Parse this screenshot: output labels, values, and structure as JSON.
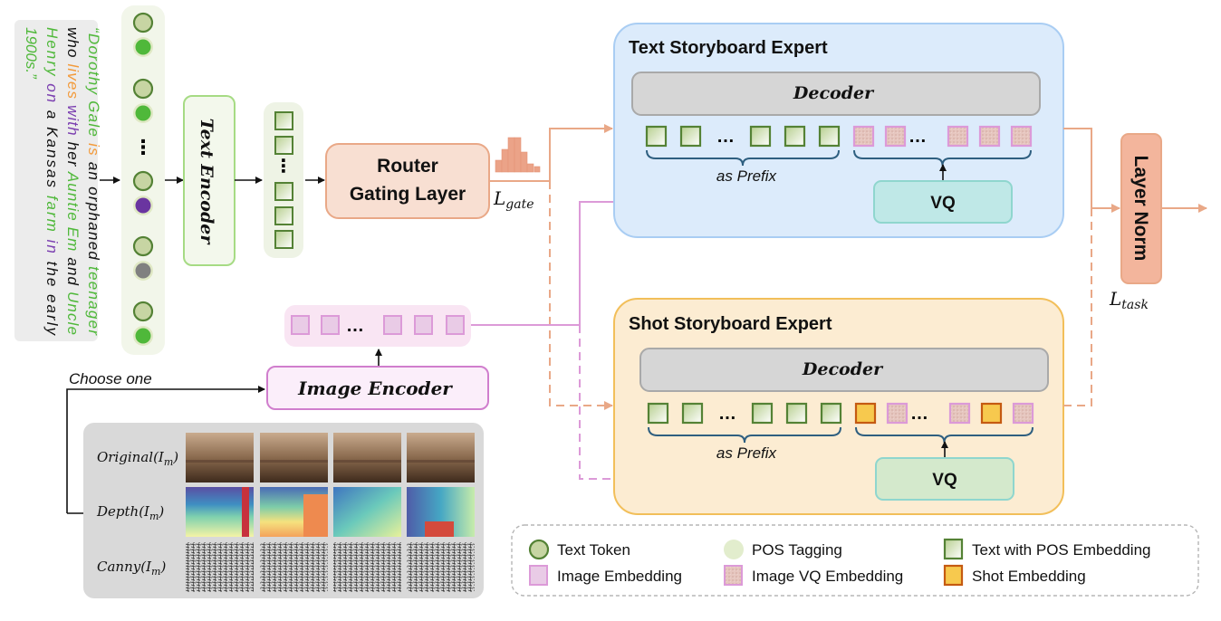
{
  "input_sentence": {
    "lines": [
      [
        {
          "t": "“Dorothy",
          "c": "#4fb83a"
        },
        {
          "t": "Gale",
          "c": "#4fb83a"
        },
        {
          "t": "is",
          "c": "#f39a3a"
        },
        {
          "t": "an",
          "c": "#111"
        },
        {
          "t": "orphaned",
          "c": "#111"
        },
        {
          "t": "teenager",
          "c": "#4fb83a"
        }
      ],
      [
        {
          "t": "who",
          "c": "#111"
        },
        {
          "t": "lives",
          "c": "#f39a3a"
        },
        {
          "t": "with",
          "c": "#7b3fb0"
        },
        {
          "t": "her",
          "c": "#111"
        },
        {
          "t": "Auntie",
          "c": "#4fb83a"
        },
        {
          "t": "Em",
          "c": "#4fb83a"
        },
        {
          "t": "and",
          "c": "#111"
        },
        {
          "t": "Uncle",
          "c": "#4fb83a"
        }
      ],
      [
        {
          "t": "Henry",
          "c": "#4fb83a"
        },
        {
          "t": "on",
          "c": "#7b3fb0"
        },
        {
          "t": "a",
          "c": "#111"
        },
        {
          "t": "Kansas",
          "c": "#111"
        },
        {
          "t": "farm",
          "c": "#4fb83a"
        },
        {
          "t": "in",
          "c": "#7b3fb0"
        },
        {
          "t": "the",
          "c": "#111"
        },
        {
          "t": "early",
          "c": "#111"
        }
      ],
      [
        {
          "t": "1900s.”",
          "c": "#4fb83a"
        }
      ]
    ]
  },
  "token_column": {
    "pos_colors": [
      "#4fb83a",
      "#4fb83a",
      "ellipsis",
      "#6a35a0",
      "#808080",
      "#4fb83a"
    ],
    "ellipsis": "⋮"
  },
  "text_encoder": {
    "label": "Text Encoder"
  },
  "router": {
    "line1": "Router",
    "line2": "Gating Layer",
    "loss_main": "L",
    "loss_sub": "gate"
  },
  "text_expert": {
    "title": "Text Storyboard Expert",
    "decoder": "Decoder",
    "prefix_label": "as Prefix",
    "vq": "VQ",
    "ellipsis": "…",
    "image_tokens": [
      "vq",
      "vq",
      "vq",
      "vq",
      "vq"
    ]
  },
  "shot_expert": {
    "title": "Shot Storyboard Expert",
    "decoder": "Decoder",
    "prefix_label": "as Prefix",
    "vq": "VQ",
    "ellipsis": "…",
    "image_tokens": [
      "shot",
      "vq",
      "vq",
      "shot",
      "vq"
    ]
  },
  "layer_norm": {
    "label": "Layer Norm",
    "loss_main": "L",
    "loss_sub": "task"
  },
  "image_encoder": {
    "label": "Image Encoder",
    "choose_label": "Choose one",
    "ellipsis": "…"
  },
  "image_grid": {
    "rows": [
      {
        "label_main": "Original(I",
        "label_sub": "m",
        "label_end": ")",
        "kind": "original"
      },
      {
        "label_main": "Depth(I",
        "label_sub": "m",
        "label_end": ")",
        "kind": "depth"
      },
      {
        "label_main": "Canny(I",
        "label_sub": "m",
        "label_end": ")",
        "kind": "canny"
      }
    ]
  },
  "legend": {
    "items": [
      {
        "label": "Text Token",
        "icon": "text-token"
      },
      {
        "label": "POS Tagging",
        "icon": "pos-tagging"
      },
      {
        "label": "Text with POS Embedding",
        "icon": "text-pos-embedding"
      },
      {
        "label": "Image Embedding",
        "icon": "image-embedding"
      },
      {
        "label": "Image VQ Embedding",
        "icon": "image-vq-embedding"
      },
      {
        "label": "Shot Embedding",
        "icon": "shot-embedding"
      }
    ]
  },
  "colors": {
    "orange_line": "#e9a887",
    "pink_line": "#dc9ad8",
    "green_border": "#548235",
    "text_expert_bg": "#dcebfb",
    "text_expert_border": "#a9cdf3",
    "shot_expert_bg": "#fcecd2",
    "shot_expert_border": "#f2bf5a"
  }
}
